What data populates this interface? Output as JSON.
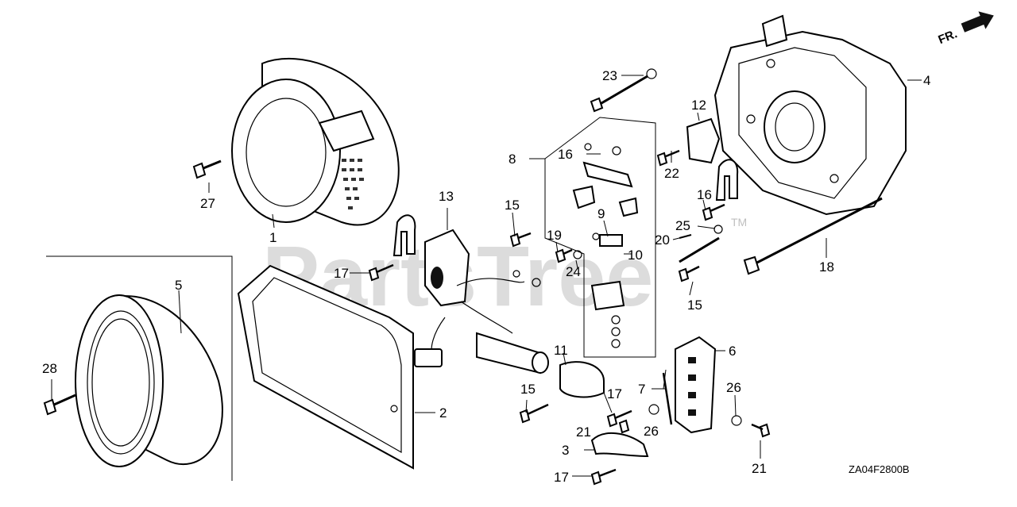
{
  "diagram": {
    "watermark": "PartsTree",
    "trademark": "TM",
    "direction_label": "FR.",
    "diagram_code": "ZA04F2800B",
    "labels": [
      "1",
      "2",
      "3",
      "4",
      "5",
      "6",
      "7",
      "8",
      "9",
      "10",
      "11",
      "12",
      "13",
      "15",
      "15",
      "15",
      "15",
      "16",
      "16",
      "17",
      "17",
      "17",
      "17",
      "18",
      "19",
      "20",
      "21",
      "21",
      "22",
      "23",
      "24",
      "25",
      "26",
      "26",
      "27",
      "28"
    ]
  }
}
